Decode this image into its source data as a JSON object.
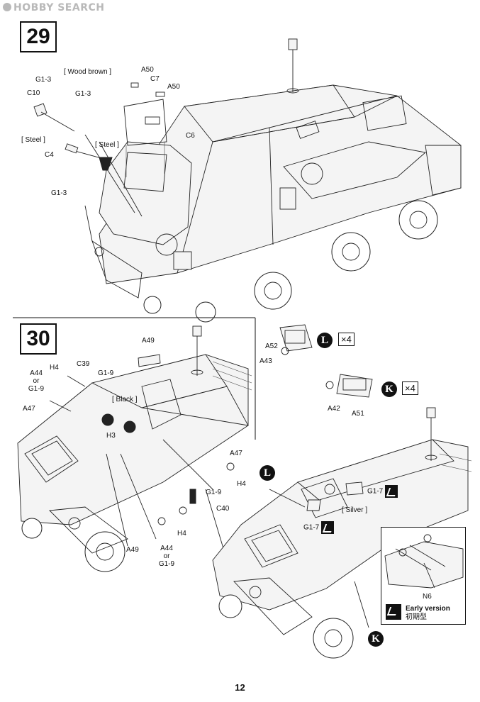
{
  "watermark": {
    "text": "HOBBY SEARCH",
    "icon": "hobby-search-logo-icon"
  },
  "step29": {
    "number": "29",
    "labels": {
      "wood_brown": "[ Wood brown ]",
      "g1_3_a": "G1-3",
      "c10": "C10",
      "g1_3_b": "G1-3",
      "steel_a": "[ Steel ]",
      "c4": "C4",
      "steel_b": "[ Steel ]",
      "g1_3_c": "G1-3",
      "a50_a": "A50",
      "c7": "C7",
      "a50_b": "A50",
      "c6": "C6"
    }
  },
  "step30": {
    "number": "30",
    "labels": {
      "a49_top": "A49",
      "h4_a": "H4",
      "c39": "C39",
      "a44_or_g1_9_a": [
        "A44",
        "or",
        "G1-9"
      ],
      "g1_9_a": "G1-9",
      "black": "[ Black ]",
      "a47_a": "A47",
      "h3": "H3",
      "a47_b": "A47",
      "h4_b": "H4",
      "g1_9_b": "G1-9",
      "c40": "C40",
      "h4_c": "H4",
      "a49_bottom": "A49",
      "a44_or_g1_9_b": [
        "A44",
        "or",
        "G1-9"
      ]
    }
  },
  "subassembly_L": {
    "bubble": "L",
    "count": "×4",
    "labels": {
      "a52": "A52",
      "a43": "A43"
    }
  },
  "subassembly_K": {
    "bubble": "K",
    "count": "×4",
    "labels": {
      "a42": "A42",
      "a51": "A51"
    }
  },
  "right_view": {
    "bubble_L": "L",
    "bubble_K": "K",
    "labels": {
      "g1_7_a": "G1-7",
      "silver": "[ Silver ]",
      "g1_7_b": "G1-7"
    },
    "inset": {
      "n6": "N6",
      "early_version": "Early version",
      "early_version_jp": "初期型"
    }
  },
  "page_number": "12"
}
